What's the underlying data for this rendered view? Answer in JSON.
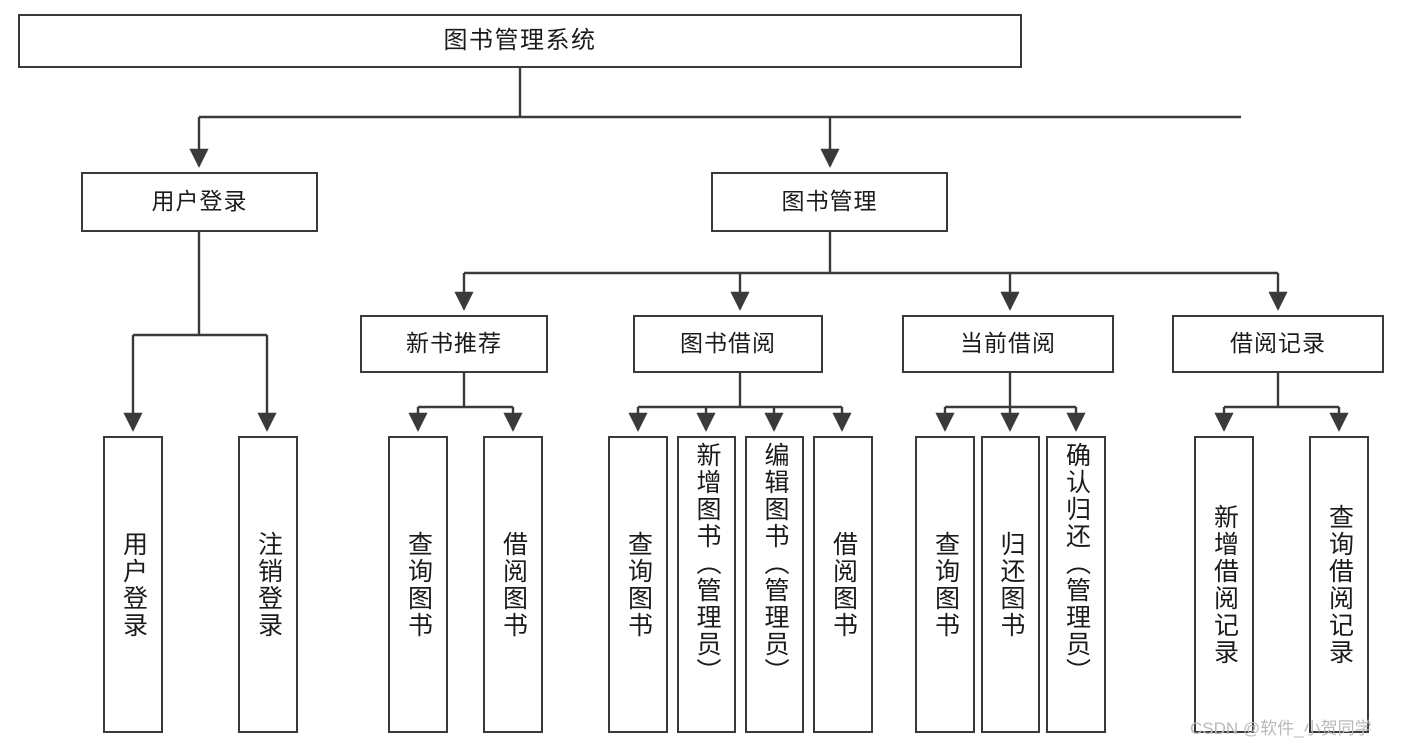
{
  "diagram": {
    "title": "图书管理系统",
    "type": "tree-hierarchy-chart",
    "colors": {
      "box_border": "#3a3a3a",
      "box_fill": "#ffffff",
      "connector": "#3a3a3a",
      "text": "#1b1b1b",
      "watermark": "#b9b9b9",
      "background": "#ffffff"
    },
    "root": {
      "id": "root",
      "label": "图书管理系统"
    },
    "level2": [
      {
        "id": "user-login",
        "label": "用户登录"
      },
      {
        "id": "book-manage",
        "label": "图书管理"
      }
    ],
    "level3": [
      {
        "id": "new-book-recommend",
        "label": "新书推荐",
        "parent": "book-manage"
      },
      {
        "id": "book-borrow",
        "label": "图书借阅",
        "parent": "book-manage"
      },
      {
        "id": "current-borrow",
        "label": "当前借阅",
        "parent": "book-manage"
      },
      {
        "id": "borrow-record",
        "label": "借阅记录",
        "parent": "book-manage"
      }
    ],
    "leaves": [
      {
        "id": "leaf-user-login",
        "label": "用户登录",
        "parent": "user-login"
      },
      {
        "id": "leaf-user-logout",
        "label": "注销登录",
        "parent": "user-login"
      },
      {
        "id": "leaf-query-book-1",
        "label": "查询图书",
        "parent": "new-book-recommend"
      },
      {
        "id": "leaf-borrow-book-1",
        "label": "借阅图书",
        "parent": "new-book-recommend"
      },
      {
        "id": "leaf-query-book-2",
        "label": "查询图书",
        "parent": "book-borrow"
      },
      {
        "id": "leaf-add-book",
        "label": "新增图书（管理员）",
        "parent": "book-borrow"
      },
      {
        "id": "leaf-edit-book",
        "label": "编辑图书（管理员）",
        "parent": "book-borrow"
      },
      {
        "id": "leaf-borrow-book-2",
        "label": "借阅图书",
        "parent": "book-borrow"
      },
      {
        "id": "leaf-query-book-3",
        "label": "查询图书",
        "parent": "current-borrow"
      },
      {
        "id": "leaf-return-book",
        "label": "归还图书",
        "parent": "current-borrow"
      },
      {
        "id": "leaf-confirm-return",
        "label": "确认归还（管理员）",
        "parent": "current-borrow"
      },
      {
        "id": "leaf-add-record",
        "label": "新增借阅记录",
        "parent": "borrow-record"
      },
      {
        "id": "leaf-query-record",
        "label": "查询借阅记录",
        "parent": "borrow-record"
      }
    ]
  },
  "watermark": {
    "text": "CSDN @软件_小贺同学"
  }
}
